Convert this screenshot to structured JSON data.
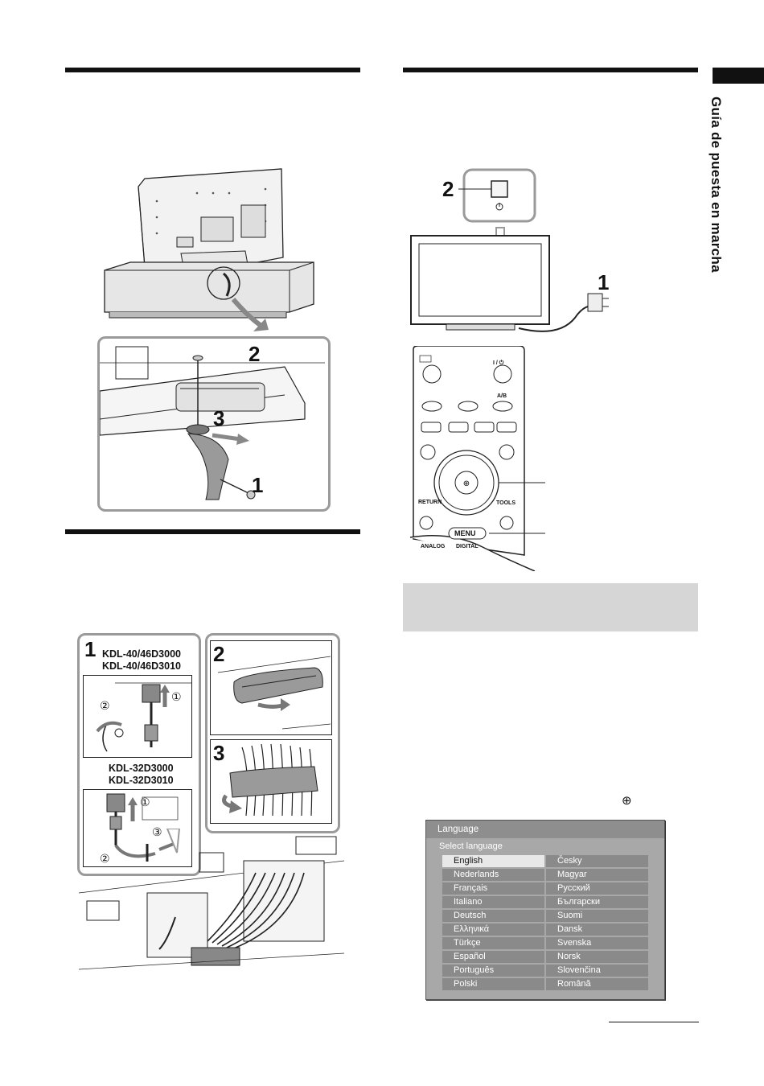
{
  "side_title": "Guía de puesta en marcha",
  "left_top_figure": {
    "steps": [
      "2",
      "3",
      "1"
    ]
  },
  "right_top_figure": {
    "step_top": "2",
    "step_right": "1"
  },
  "remote": {
    "labels": [
      "I / ⏻",
      "A/B",
      "RETURN",
      "TOOLS",
      "MENU",
      "ANALOG",
      "DIGITAL"
    ]
  },
  "cable_figure": {
    "panel1_step": "1",
    "models_a": [
      "KDL-40/46D3000",
      "KDL-40/46D3010"
    ],
    "models_b": [
      "KDL-32D3000",
      "KDL-32D3010"
    ],
    "circled": [
      "①",
      "②",
      "①",
      "③",
      "②"
    ],
    "panel2_step": "2",
    "panel3_step": "3"
  },
  "enter_symbol": "⊕",
  "language_menu": {
    "title": "Language",
    "subtitle": "Select language",
    "left_column": [
      "English",
      "Nederlands",
      "Français",
      "Italiano",
      "Deutsch",
      "Ελληνικά",
      "Türkçe",
      "Español",
      "Português",
      "Polski"
    ],
    "right_column": [
      "Česky",
      "Magyar",
      "Русский",
      "Български",
      "Suomi",
      "Dansk",
      "Svenska",
      "Norsk",
      "Slovenčina",
      "Română"
    ],
    "selected": "English"
  }
}
